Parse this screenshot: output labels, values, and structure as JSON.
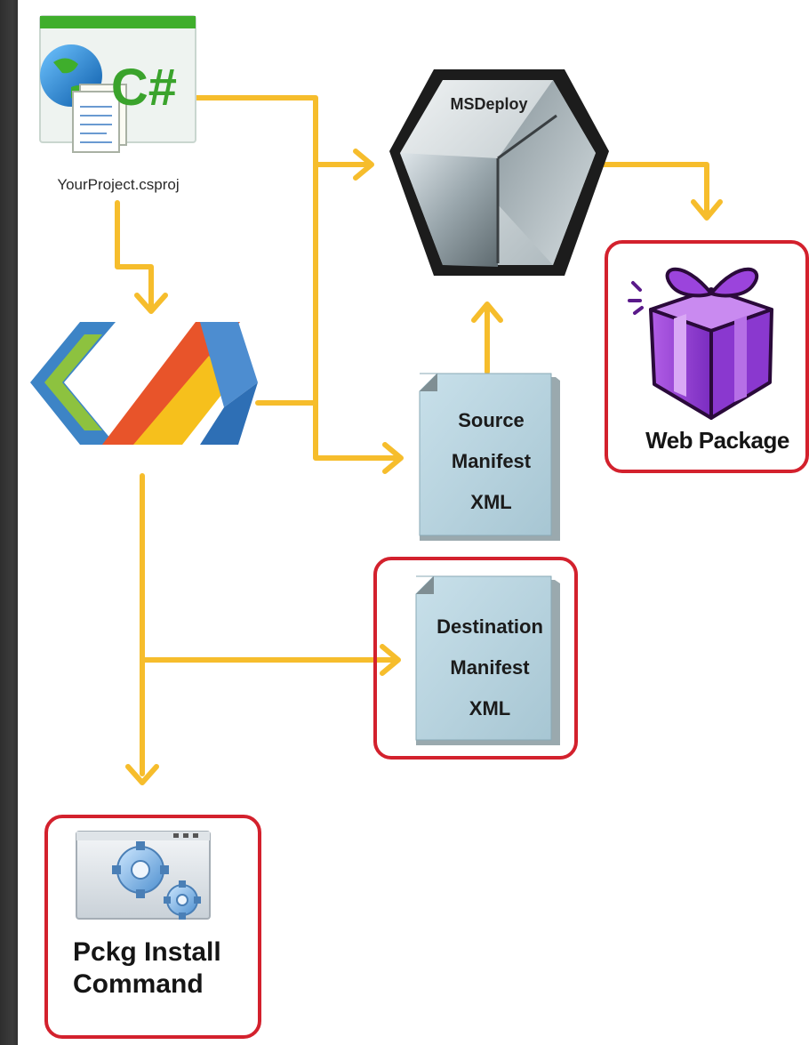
{
  "csproj": {
    "label": "YourProject.csproj",
    "icon": "csharp-project-icon",
    "icon_text": "C#"
  },
  "msdeploy": {
    "label": "MSDeploy",
    "icon": "cube-icon"
  },
  "source_manifest": {
    "lines": [
      "Source",
      "Manifest",
      "XML"
    ],
    "icon": "document-icon"
  },
  "destination_manifest": {
    "lines": [
      "Destination",
      "Manifest",
      "XML"
    ],
    "icon": "document-icon",
    "highlighted": true
  },
  "web_package": {
    "label": "Web Package",
    "icon": "gift-box-icon",
    "highlighted": true
  },
  "pckg_install": {
    "lines": [
      "Pckg Install",
      "Command"
    ],
    "icon": "gears-window-icon",
    "highlighted": true
  },
  "msbuild": {
    "icon": "visual-studio-logo-icon"
  },
  "colors": {
    "arrow": "#f6bd2c",
    "highlight_border": "#d3212d",
    "document_fill": "#b9d5e0",
    "background_dark": "#2b2b2b"
  }
}
